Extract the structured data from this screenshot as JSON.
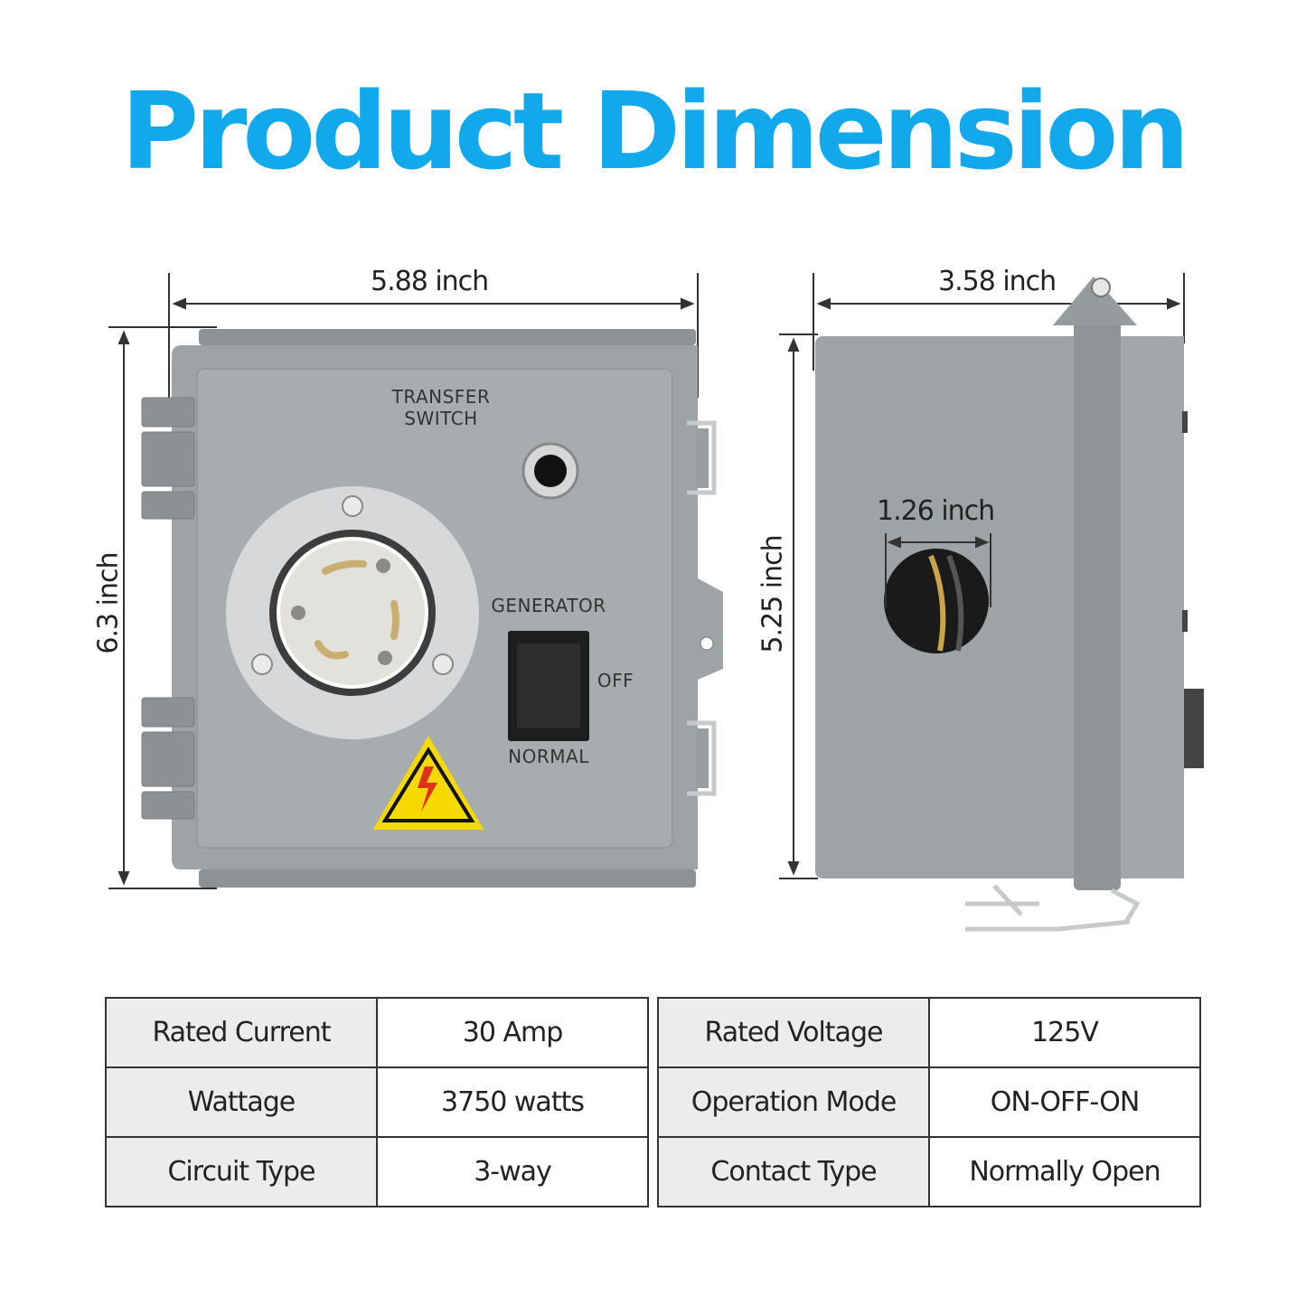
{
  "title": "Product Dimension",
  "colors": {
    "title": "#11a8ec",
    "enclosure": "#9ea3a6",
    "panel": "#a7acaf",
    "warning": "#f5d900"
  },
  "dimensions": {
    "front_width": "5.88 inch",
    "front_height": "6.3 inch",
    "side_width": "3.58 inch",
    "side_height": "5.25 inch",
    "hole_diameter": "1.26 inch"
  },
  "panel": {
    "label_line1": "TRANSFER",
    "label_line2": "SWITCH",
    "generator": "GENERATOR",
    "off": "OFF",
    "normal": "NORMAL"
  },
  "specs": {
    "left": [
      {
        "label": "Rated Current",
        "value": "30 Amp"
      },
      {
        "label": "Wattage",
        "value": "3750 watts"
      },
      {
        "label": "Circuit Type",
        "value": "3-way"
      }
    ],
    "right": [
      {
        "label": "Rated  Voltage",
        "value": "125V"
      },
      {
        "label": "Operation Mode",
        "value": "ON-OFF-ON"
      },
      {
        "label": "Contact Type",
        "value": "Normally Open"
      }
    ]
  }
}
